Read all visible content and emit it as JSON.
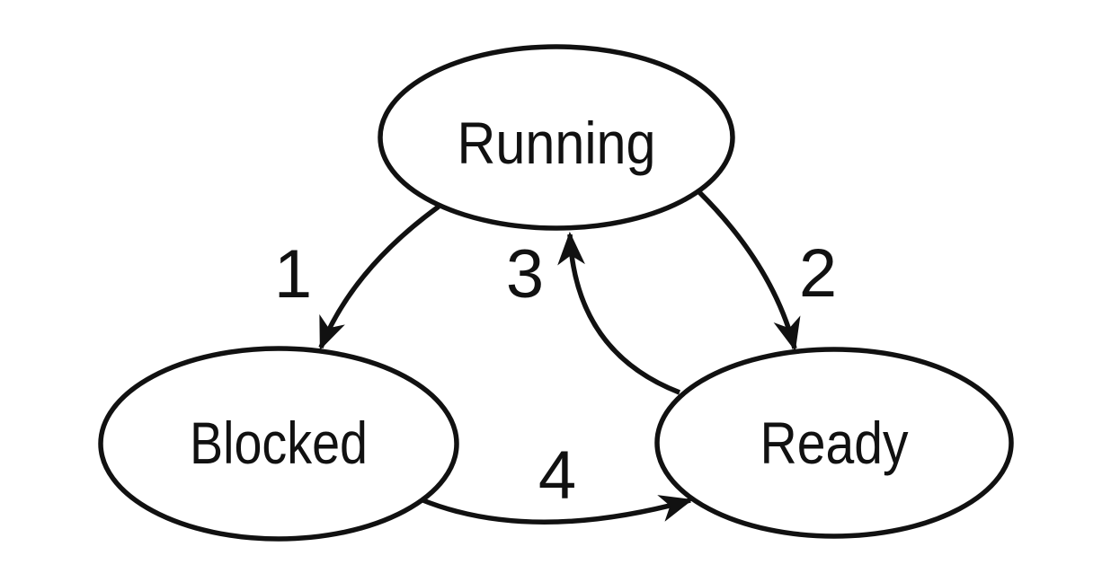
{
  "diagram": {
    "type": "state-transition-diagram",
    "colors": {
      "stroke": "#111111",
      "background": "#ffffff"
    },
    "nodes": [
      {
        "id": "running",
        "label": "Running"
      },
      {
        "id": "blocked",
        "label": "Blocked"
      },
      {
        "id": "ready",
        "label": "Ready"
      }
    ],
    "transitions": [
      {
        "label": "1",
        "from": "Running",
        "to": "Blocked"
      },
      {
        "label": "2",
        "from": "Running",
        "to": "Ready"
      },
      {
        "label": "3",
        "from": "Ready",
        "to": "Running"
      },
      {
        "label": "4",
        "from": "Blocked",
        "to": "Ready"
      }
    ]
  }
}
